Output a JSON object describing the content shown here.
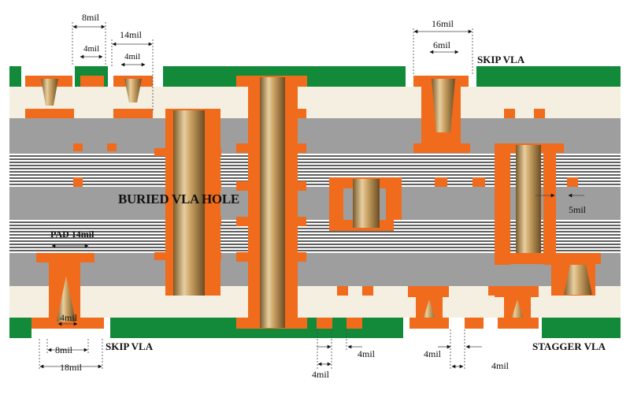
{
  "labels": {
    "skip_via_top": "SKIP VLA",
    "skip_via_bottom": "SKIP VLA",
    "stagger_via": "STAGGER VLA",
    "buried_via": "BURIED VLA HOLE",
    "pad": "PAD 14mil"
  },
  "dimensions": {
    "top_8mil": "8mil",
    "top_4mil": "4mil",
    "top_14mil": "14mil",
    "top_4mil_b": "4mil",
    "top_16mil": "16mil",
    "top_6mil": "6mil",
    "right_5mil": "5mil",
    "bottom_4mil_inner": "4mil",
    "bottom_8mil": "8mil",
    "bottom_18mil": "18mil",
    "bottom_4mil_a": "4mil",
    "bottom_4mil_b": "4mil",
    "bottom_4mil_c": "4mil",
    "bottom_4mil_d": "4mil"
  },
  "colors": {
    "solder_mask": "#138a3a",
    "dielectric": "#f4efe0",
    "core": "#9e9e9e",
    "copper": "#f06b1c",
    "via_barrel": "#b98a4a"
  }
}
